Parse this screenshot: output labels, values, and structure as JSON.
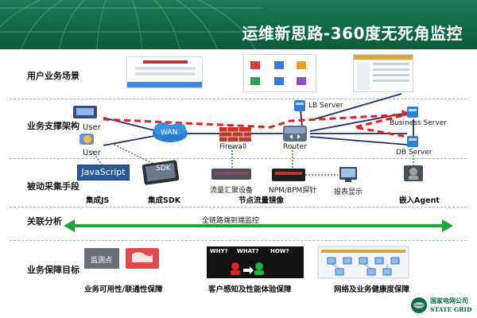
{
  "header": {
    "title": "运维新思路-360度无死角监控"
  },
  "rows": {
    "scenario": "用户业务场景",
    "support": "业务支撑架构",
    "collection": "被动采集手段",
    "correlation": "关联分析",
    "goal": "业务保障目标"
  },
  "nodes": {
    "lb_server": "LB Server",
    "business_server": "Business Server",
    "db_server": "DB Server",
    "user_top": "User",
    "user_bottom": "User",
    "wan": "WAN",
    "firewall": "Firewall",
    "router": "Router"
  },
  "collection": {
    "javascript_badge": "JavaScript",
    "sdk_badge": "SDK",
    "integrated_js": "集成JS",
    "integrated_sdk": "集成SDK",
    "traffic_device": "流量汇聚设备",
    "npm_probe": "NPM/BPM探针",
    "node_mirror": "节点流量镜像",
    "report_display": "报表显示",
    "embedded_agent": "嵌入Agent"
  },
  "correlation": {
    "e2e_label": "全链路端到端监控"
  },
  "goals": {
    "monitor_point": "监测点",
    "availability": "业务可用性/联通性保障",
    "why": "WHY?",
    "what": "WHAT?",
    "how": "HOW?",
    "experience": "客户感知及性能体验保障",
    "network_health": "网络及业务健康度保障"
  },
  "footer": {
    "company": "国家电网公司",
    "brand": "STATE GRID"
  },
  "colors": {
    "header_green": "#0f6a48",
    "red_dash": "#e02020",
    "green_dot": "#1b8a2c",
    "arrow_green": "#22a33a",
    "navy_line": "#1d2f6b"
  }
}
